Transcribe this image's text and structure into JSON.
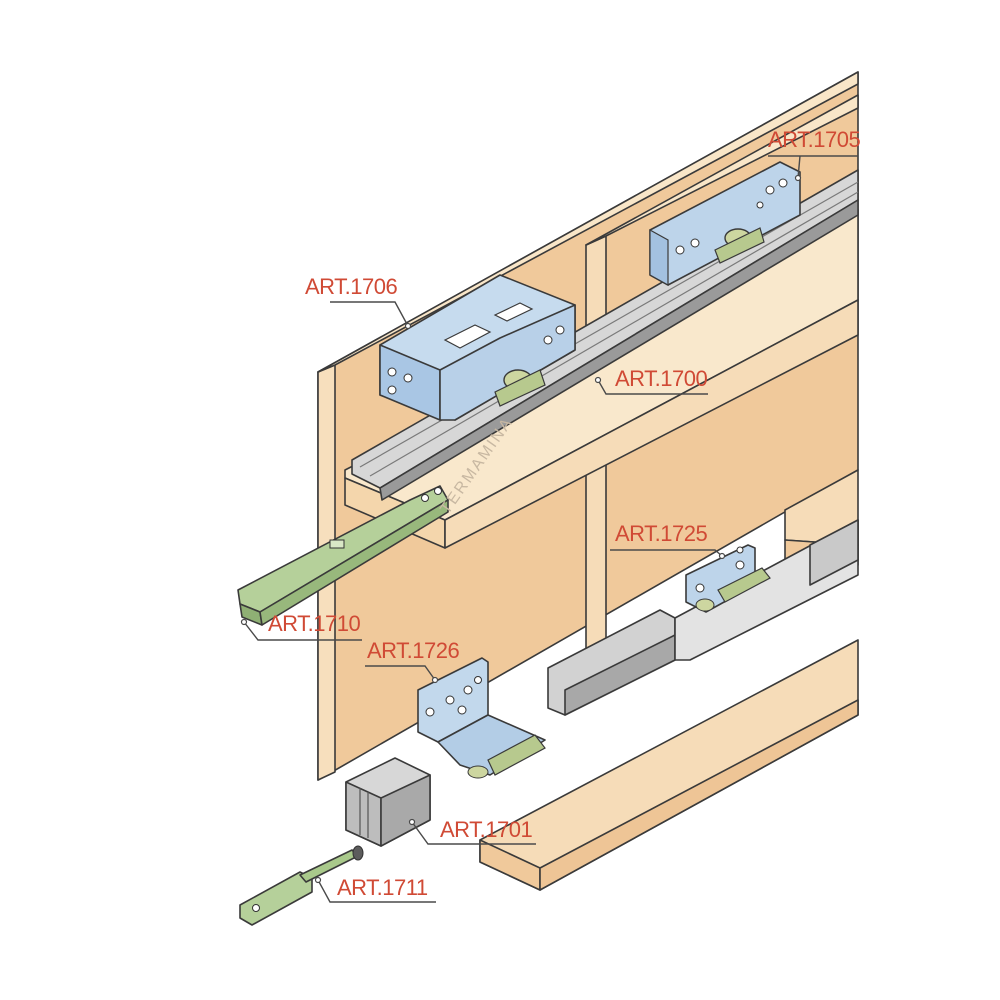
{
  "labels": {
    "art_1705": "ART.1705",
    "art_1706": "ART.1706",
    "art_1700": "ART.1700",
    "art_1725": "ART.1725",
    "art_1710": "ART.1710",
    "art_1726": "ART.1726",
    "art_1701": "ART.1701",
    "art_1711": "ART.1711"
  },
  "watermark": "TERMAMINA",
  "colors": {
    "label": "#d04a35",
    "wood_front": "#f6dcb8",
    "wood_panel": "#f0c99b",
    "steel": "#b8d0e8",
    "aluminium": "#c9c9c9",
    "green_part": "#a8c48a"
  }
}
